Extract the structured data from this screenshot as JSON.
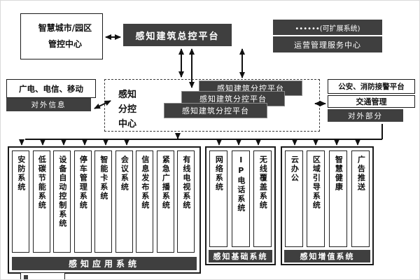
{
  "colors": {
    "dark_box": "#3f3f3f",
    "border": "#1a1a1a",
    "arrow": "#111111"
  },
  "top": {
    "control_center_line1": "智慧城市/园区",
    "control_center_line2": "管控中心",
    "master_platform": "感知建筑总控平台",
    "expandable_system": "••••••(可扩展系统)",
    "operation_center": "运营管理服务中心"
  },
  "middle": {
    "telecom": "广电、电信、移动",
    "external_info": "对外信息",
    "subcontrol_center": "感知分控中心",
    "sub_platforms": [
      "感知建筑分控平台",
      "感知建筑分控平台",
      "感知建筑分控平台"
    ],
    "alarm_platform": "公安、消防接警平台",
    "traffic": "交通管理",
    "external_part": "对外部分"
  },
  "groups": [
    {
      "label": "感知应用系统",
      "systems": [
        "安防系统",
        "低碳节能系统",
        "设备自动控制系统",
        "停车管理系统",
        "智能卡系统",
        "会议系统",
        "信息发布系统",
        "紧急广播系统",
        "有线电视系统"
      ]
    },
    {
      "label": "感知基础系统",
      "systems": [
        "网络系统",
        "IP电话系统",
        "无线覆盖系统"
      ]
    },
    {
      "label": "感知增值系统",
      "systems": [
        "云办公",
        "区域引导系统",
        "智慧健康",
        "广告推送"
      ]
    }
  ]
}
